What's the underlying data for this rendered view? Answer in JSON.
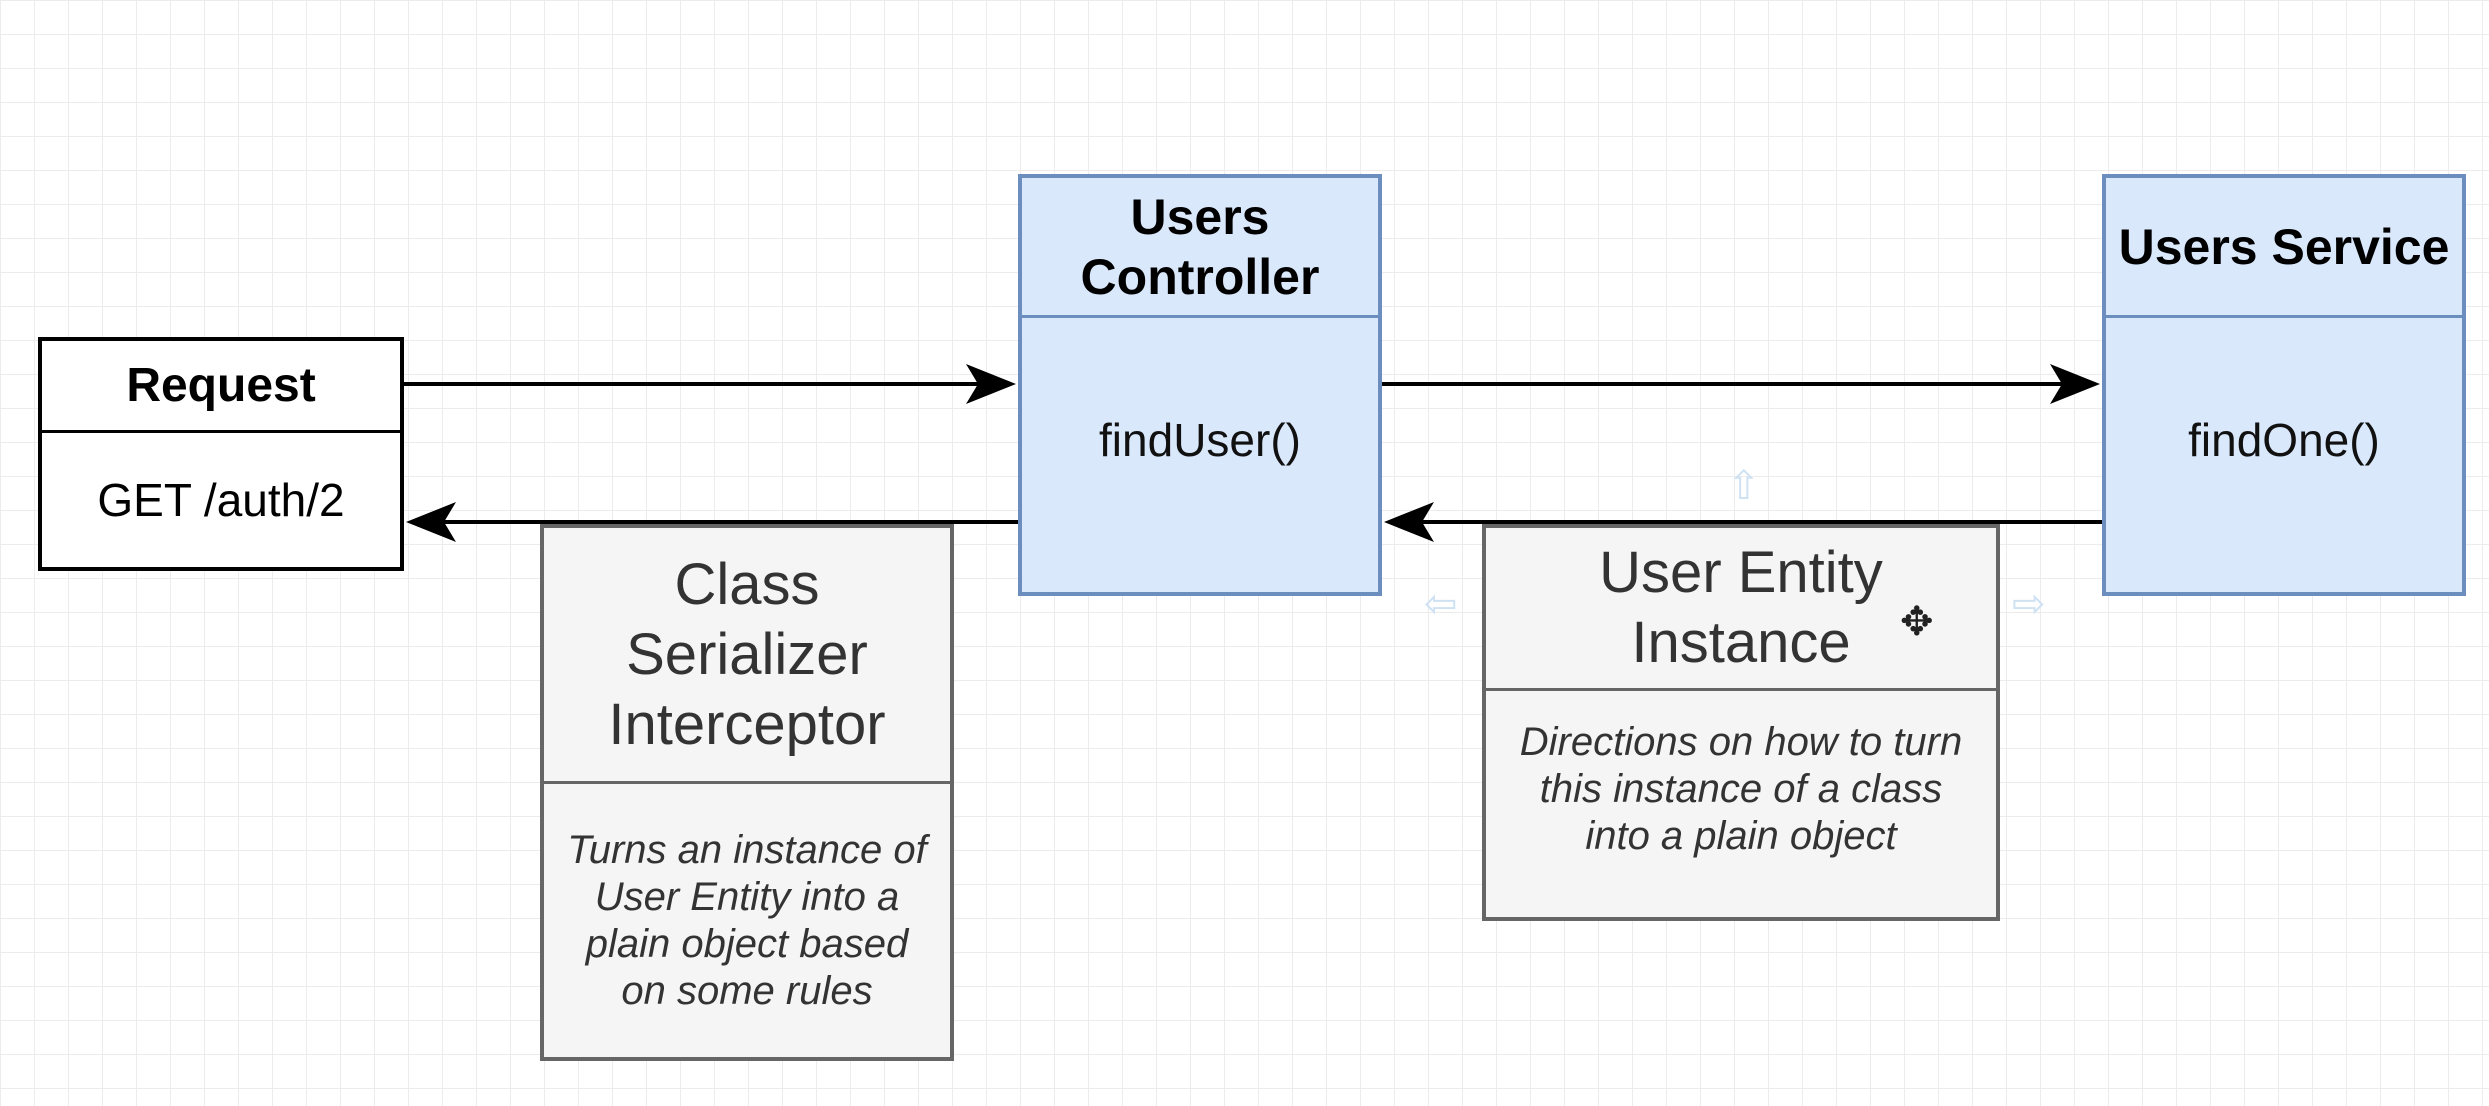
{
  "request": {
    "title": "Request",
    "route": "GET /auth/2"
  },
  "controller": {
    "title": "Users Controller",
    "method": "findUser()"
  },
  "service": {
    "title": "Users Service",
    "method": "findOne()"
  },
  "serializer": {
    "title": "Class Serializer Interceptor",
    "description": "Turns an instance of User Entity into a plain object based on some rules"
  },
  "entity": {
    "title": "User Entity Instance",
    "description": "Directions on how to turn this instance of a class into a plain object"
  },
  "colors": {
    "blue_fill": "#dae8fc",
    "blue_stroke": "#6c8ebf",
    "grey_fill": "#f5f5f5",
    "grey_stroke": "#666666",
    "arrow": "#000000"
  },
  "icons": {
    "cursor": "move-cursor-icon",
    "hints": "blue-arrow-hint-icon"
  }
}
